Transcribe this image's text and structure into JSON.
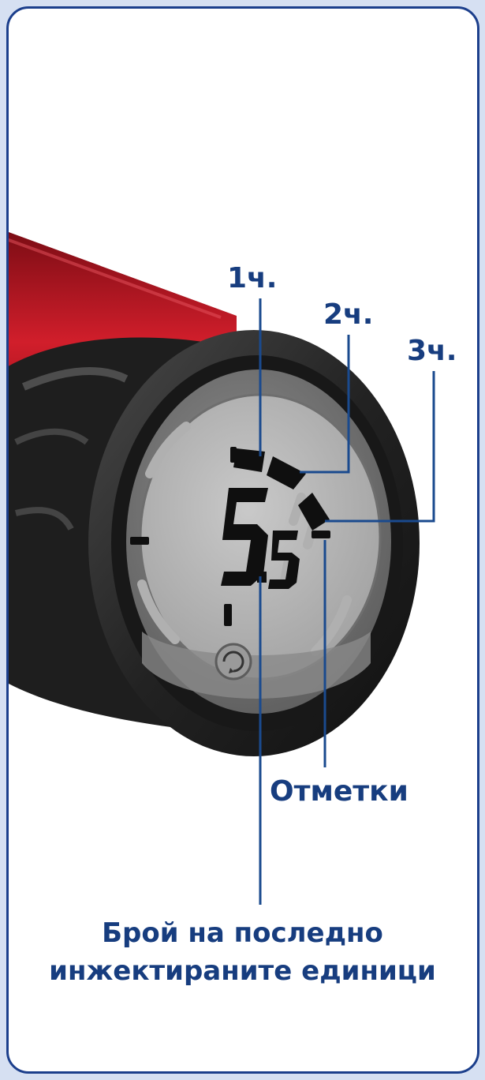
{
  "labels": {
    "hour_1": "1ч.",
    "hour_2": "2ч.",
    "hour_3": "3ч.",
    "marks": "Отметки",
    "last_dose_line1": "Брой на последно",
    "last_dose_line2": "инжектираните единици"
  },
  "display": {
    "units_whole": "5",
    "units_fraction": "5"
  },
  "colors": {
    "label_blue": "#173d7f",
    "leader_blue": "#1a4a8e",
    "frame_border": "#1c3f8c",
    "pen_red": "#b3121f"
  }
}
